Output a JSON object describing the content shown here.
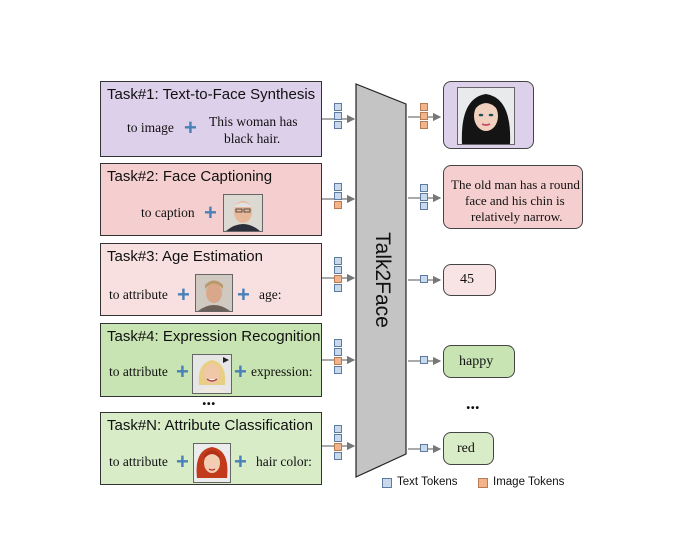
{
  "tasks": [
    {
      "title": "Task#1: Text-to-Face Synthesis",
      "prefix": "to image",
      "text_line1": "This woman has",
      "text_line2": "black hair."
    },
    {
      "title": "Task#2: Face Captioning",
      "prefix": "to caption"
    },
    {
      "title": "Task#3: Age Estimation",
      "prefix": "to attribute",
      "suffix": "age:"
    },
    {
      "title": "Task#4: Expression Recognition",
      "prefix": "to attribute",
      "suffix": "expression:"
    },
    {
      "title": "Task#N: Attribute Classification",
      "prefix": "to attribute",
      "suffix": "hair color:"
    }
  ],
  "ellipsis_left": "...",
  "ellipsis_right": "...",
  "model_label": "Talk2Face",
  "outputs": {
    "caption_line1": "The old man has a round",
    "caption_line2": "face and his chin is",
    "caption_line3": "relatively  narrow.",
    "age": "45",
    "expression": "happy",
    "hair_color": "red"
  },
  "legend": {
    "text_tokens": "Text Tokens",
    "image_tokens": "Image Tokens"
  },
  "colors": {
    "task1_bg": "#ddd0eb",
    "task2_bg": "#f5cfcf",
    "task3_bg": "#f8e0e0",
    "task4_bg": "#c8e4b2",
    "taskN_bg": "#d8ecc8",
    "out1_bg": "#ddd0eb",
    "out2_bg": "#f5cfcf",
    "out3_bg": "#f8e4e4",
    "out4_bg": "#c8e4b2",
    "out5_bg": "#d8ecc8",
    "model_fill": "#c4c4c4",
    "text_token": "#c8d9ee",
    "image_token": "#f3b489",
    "plus": "#4a80b8"
  },
  "icons": [
    "woman-face-image",
    "old-man-face-image",
    "man-face-image",
    "smiling-woman-face-image",
    "red-hair-woman-face-image"
  ]
}
